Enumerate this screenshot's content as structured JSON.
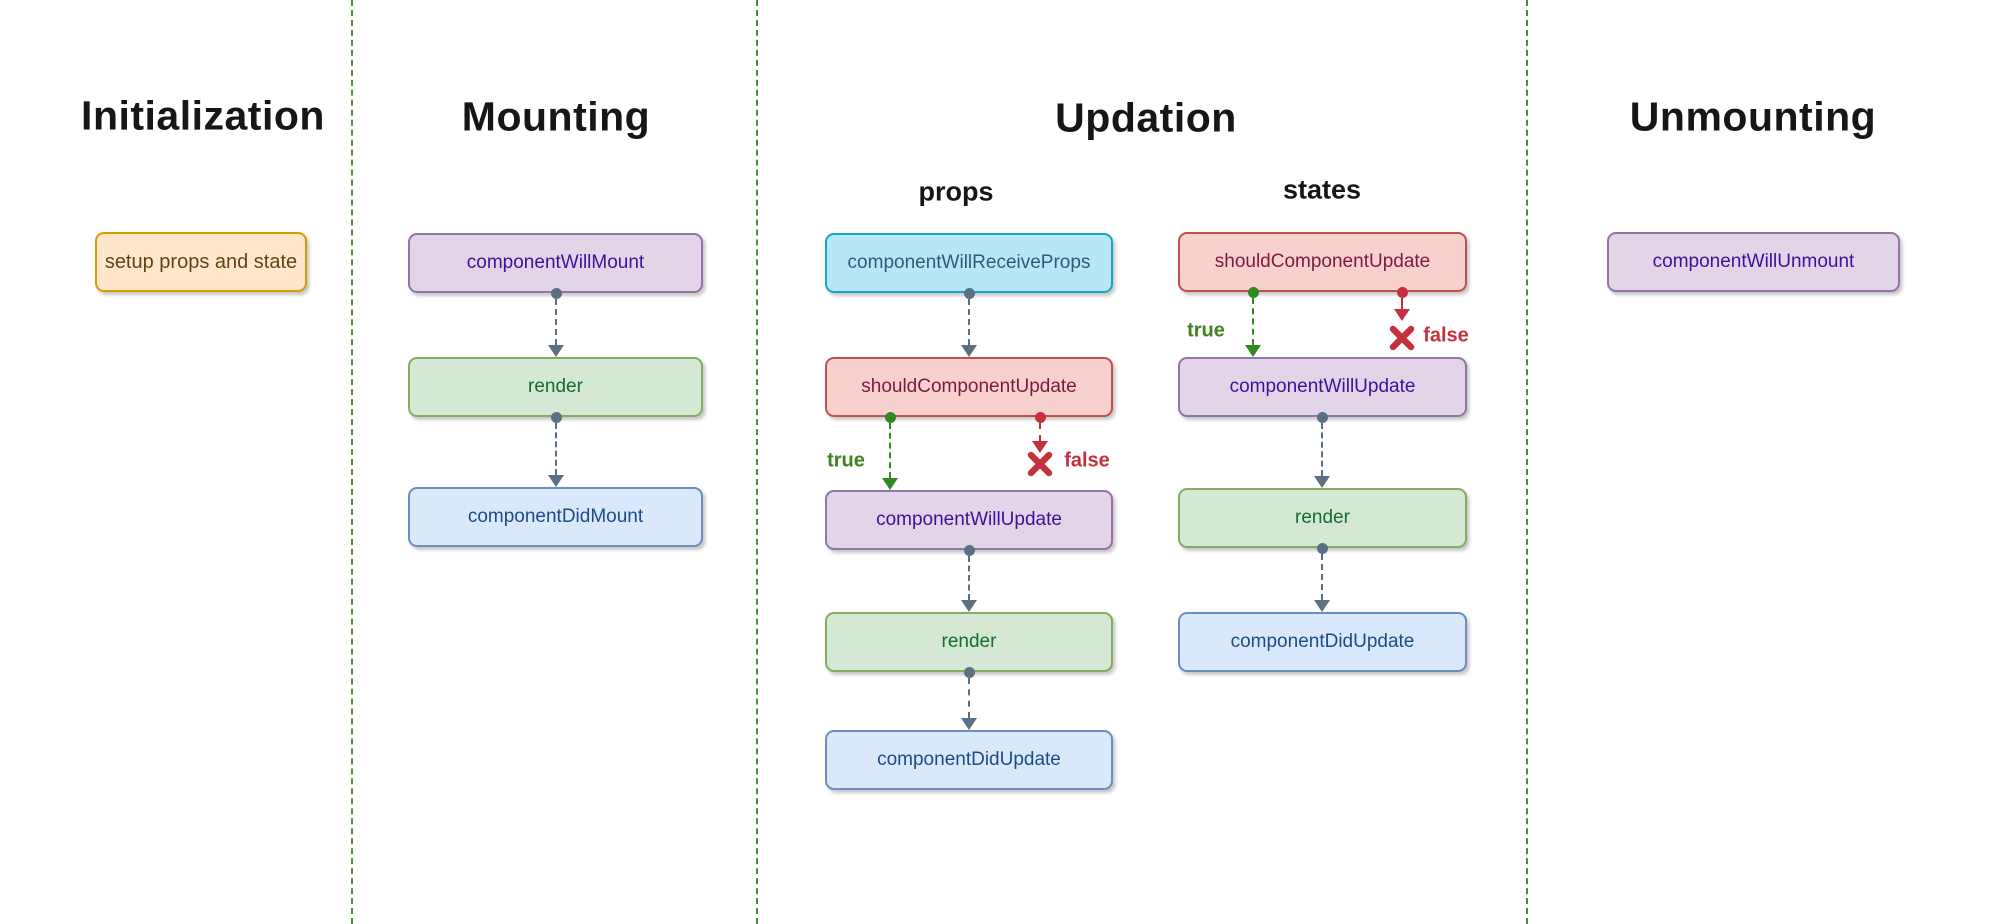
{
  "sections": {
    "initialization": {
      "title": "Initialization",
      "box": {
        "label": "setup props and state",
        "variant": "orange"
      }
    },
    "mounting": {
      "title": "Mounting",
      "boxes": [
        {
          "label": "componentWillMount",
          "variant": "purple"
        },
        {
          "label": "render",
          "variant": "green"
        },
        {
          "label": "componentDidMount",
          "variant": "blue"
        }
      ]
    },
    "updation": {
      "title": "Updation",
      "props": {
        "label": "props",
        "boxes": [
          {
            "label": "componentWillReceiveProps",
            "variant": "cyan"
          },
          {
            "label": "shouldComponentUpdate",
            "variant": "red"
          },
          {
            "label": "componentWillUpdate",
            "variant": "purple"
          },
          {
            "label": "render",
            "variant": "green"
          },
          {
            "label": "componentDidUpdate",
            "variant": "blue"
          }
        ]
      },
      "states": {
        "label": "states",
        "boxes": [
          {
            "label": "shouldComponentUpdate",
            "variant": "red"
          },
          {
            "label": "componentWillUpdate",
            "variant": "purple"
          },
          {
            "label": "render",
            "variant": "green"
          },
          {
            "label": "componentDidUpdate",
            "variant": "blue"
          }
        ]
      }
    },
    "unmounting": {
      "title": "Unmounting",
      "box": {
        "label": "componentWillUnmount",
        "variant": "purple"
      }
    }
  },
  "branch_labels": {
    "true": "true",
    "false": "false"
  },
  "colors": {
    "background": "#ffffff",
    "divider": "#4e8c3f",
    "flow_arrow": "#5b7083",
    "true_branch": "#2f8a20",
    "false_branch": "#c5303e",
    "variants": {
      "orange": {
        "fill": "#ffe6cc",
        "stroke": "#d79b00",
        "text": "#5f4616"
      },
      "purple": {
        "fill": "#e1d5e7",
        "stroke": "#9673a6",
        "text": "#3c129e"
      },
      "green": {
        "fill": "#d5e8d4",
        "stroke": "#80ad5f",
        "text": "#156d2f"
      },
      "blue": {
        "fill": "#dae8fc",
        "stroke": "#6c8ebf",
        "text": "#1c4e85"
      },
      "cyan": {
        "fill": "#b7e7f6",
        "stroke": "#18a5c4",
        "text": "#33597a"
      },
      "red": {
        "fill": "#f8d0cd",
        "stroke": "#c0504a",
        "text": "#7c1b40"
      }
    }
  }
}
